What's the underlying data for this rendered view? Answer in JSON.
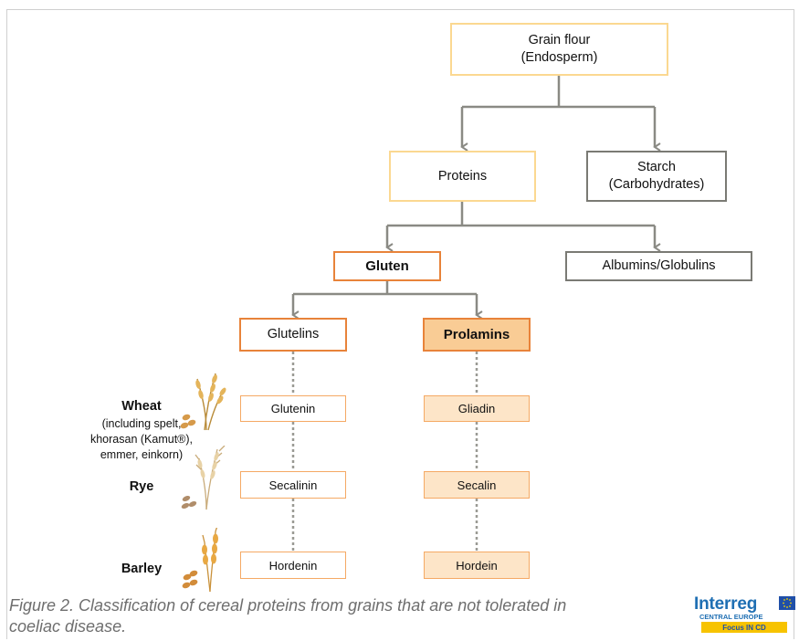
{
  "nodes": {
    "grain_flour": "Grain flour\n(Endosperm)",
    "proteins": "Proteins",
    "starch": "Starch\n(Carbohydrates)",
    "gluten": "Gluten",
    "albumins": "Albumins/Globulins",
    "glutelins": "Glutelins",
    "prolamins": "Prolamins"
  },
  "grains": [
    {
      "name": "Wheat",
      "note": "(including spelt,\nkhorasan (Kamut®),\nemmer, einkorn)",
      "glutelin": "Glutenin",
      "prolamin": "Gliadin"
    },
    {
      "name": "Rye",
      "note": "",
      "glutelin": "Secalinin",
      "prolamin": "Secalin"
    },
    {
      "name": "Barley",
      "note": "",
      "glutelin": "Hordenin",
      "prolamin": "Hordein"
    }
  ],
  "caption": "Figure 2. Classification of cereal proteins from grains that are not tolerated in coeliac disease.",
  "logo": {
    "wordmark": "Interreg",
    "region": "CENTRAL EUROPE",
    "project": "Focus IN CD"
  },
  "colors": {
    "light_border": "#fbd891",
    "gray_border": "#7a7a74",
    "orange_border": "#e8833a",
    "orange_fill": "#f9cc95",
    "leaf_border": "#f5a964",
    "leaf_fill": "#fde5c8",
    "connector": "#8a8a84"
  },
  "icons": [
    "wheat-icon",
    "rye-icon",
    "barley-icon"
  ]
}
